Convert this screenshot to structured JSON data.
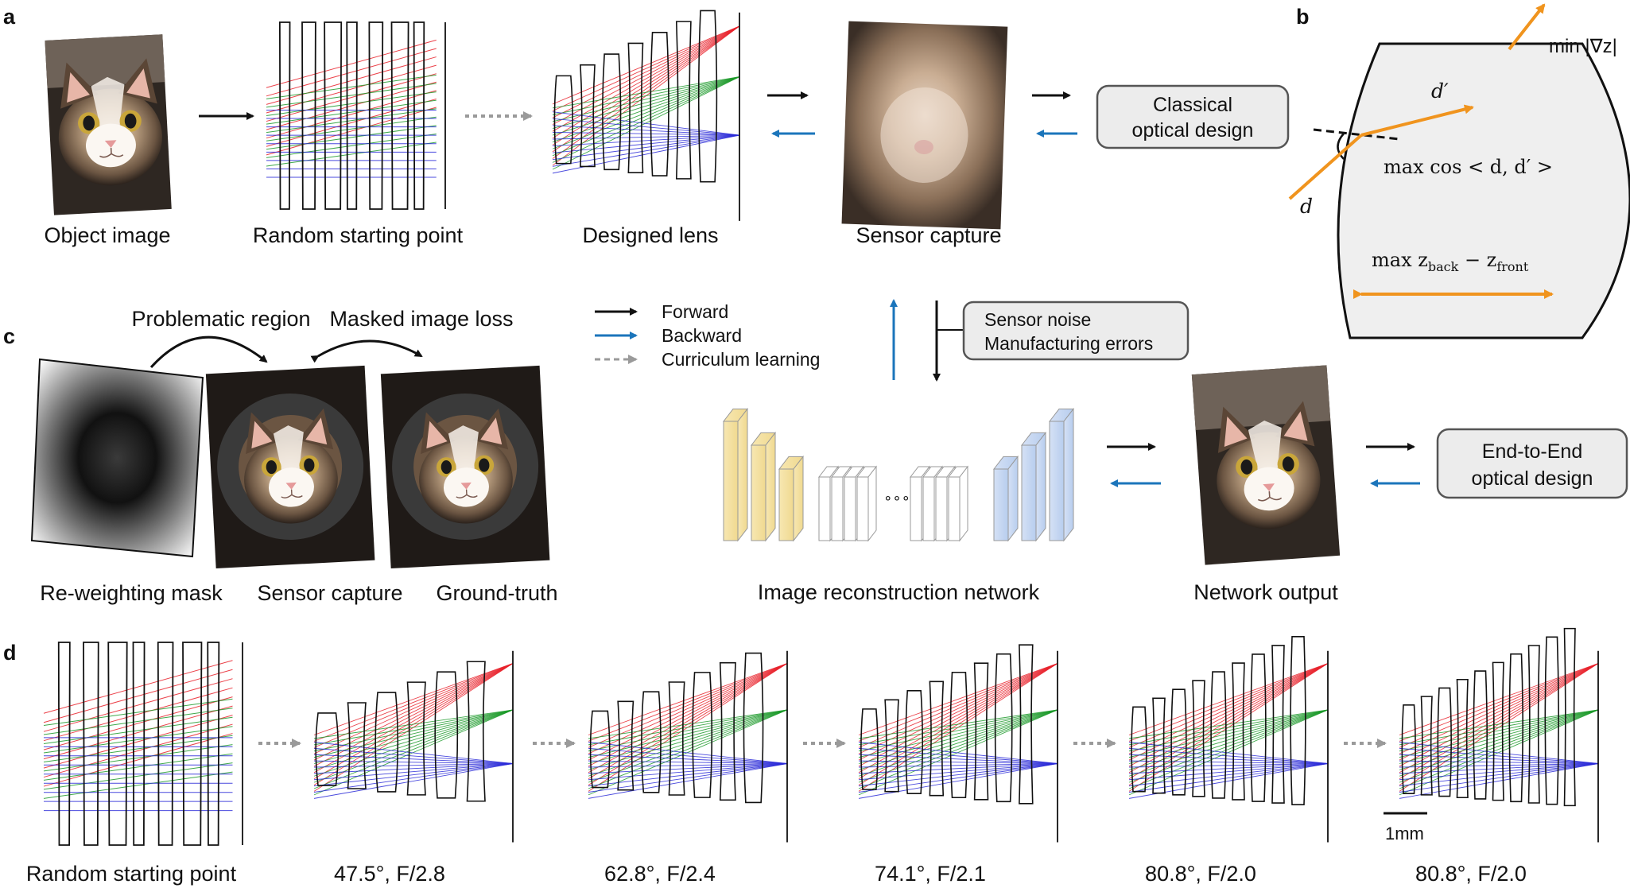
{
  "panel_labels": {
    "a": "a",
    "b": "b",
    "c": "c",
    "d": "d"
  },
  "row_a": {
    "object_image": "Object image",
    "random_start": "Random starting point",
    "designed_lens": "Designed lens",
    "sensor_capture": "Sensor capture",
    "classical_box": [
      "Classical",
      "optical design"
    ]
  },
  "panel_b": {
    "min_grad": "min |∇z|",
    "d_prime": "d′",
    "d": "d",
    "max_cos": "max cos < d, d′ >",
    "max_thick": "max z",
    "back_sub": "back",
    "minus": " − z",
    "front_sub": "front"
  },
  "panel_c": {
    "problematic_region": "Problematic region",
    "masked_loss": "Masked image loss",
    "reweight_mask": "Re-weighting mask",
    "sensor_capture": "Sensor capture",
    "ground_truth": "Ground-truth"
  },
  "legend": {
    "forward": "Forward",
    "backward": "Backward",
    "curriculum": "Curriculum learning"
  },
  "network": {
    "noise_box": [
      "Sensor noise",
      "Manufacturing errors"
    ],
    "recon_label": "Image reconstruction network",
    "ellipsis": "∘∘∘",
    "output_label": "Network output",
    "e2e_box": [
      "End-to-End",
      "optical design"
    ]
  },
  "row_d": {
    "labels": [
      "Random starting point",
      "47.5°, F/2.8",
      "62.8°, F/2.4",
      "74.1°, F/2.1",
      "80.8°, F/2.0",
      "80.8°, F/2.0"
    ],
    "scale_bar": "1mm"
  },
  "colors": {
    "forward": "#111111",
    "backward": "#1b75bb",
    "curriculum": "#9a9a9a",
    "orange": "#f0941e",
    "ray_red": "#e8202a",
    "ray_green": "#1c9a2a",
    "ray_blue": "#2a2ad8",
    "box_fill": "#ececec",
    "box_stroke": "#555555"
  },
  "icons": [
    "cat-photo",
    "lens-diagram",
    "arrow",
    "neural-network-layers",
    "gradient-mask"
  ]
}
